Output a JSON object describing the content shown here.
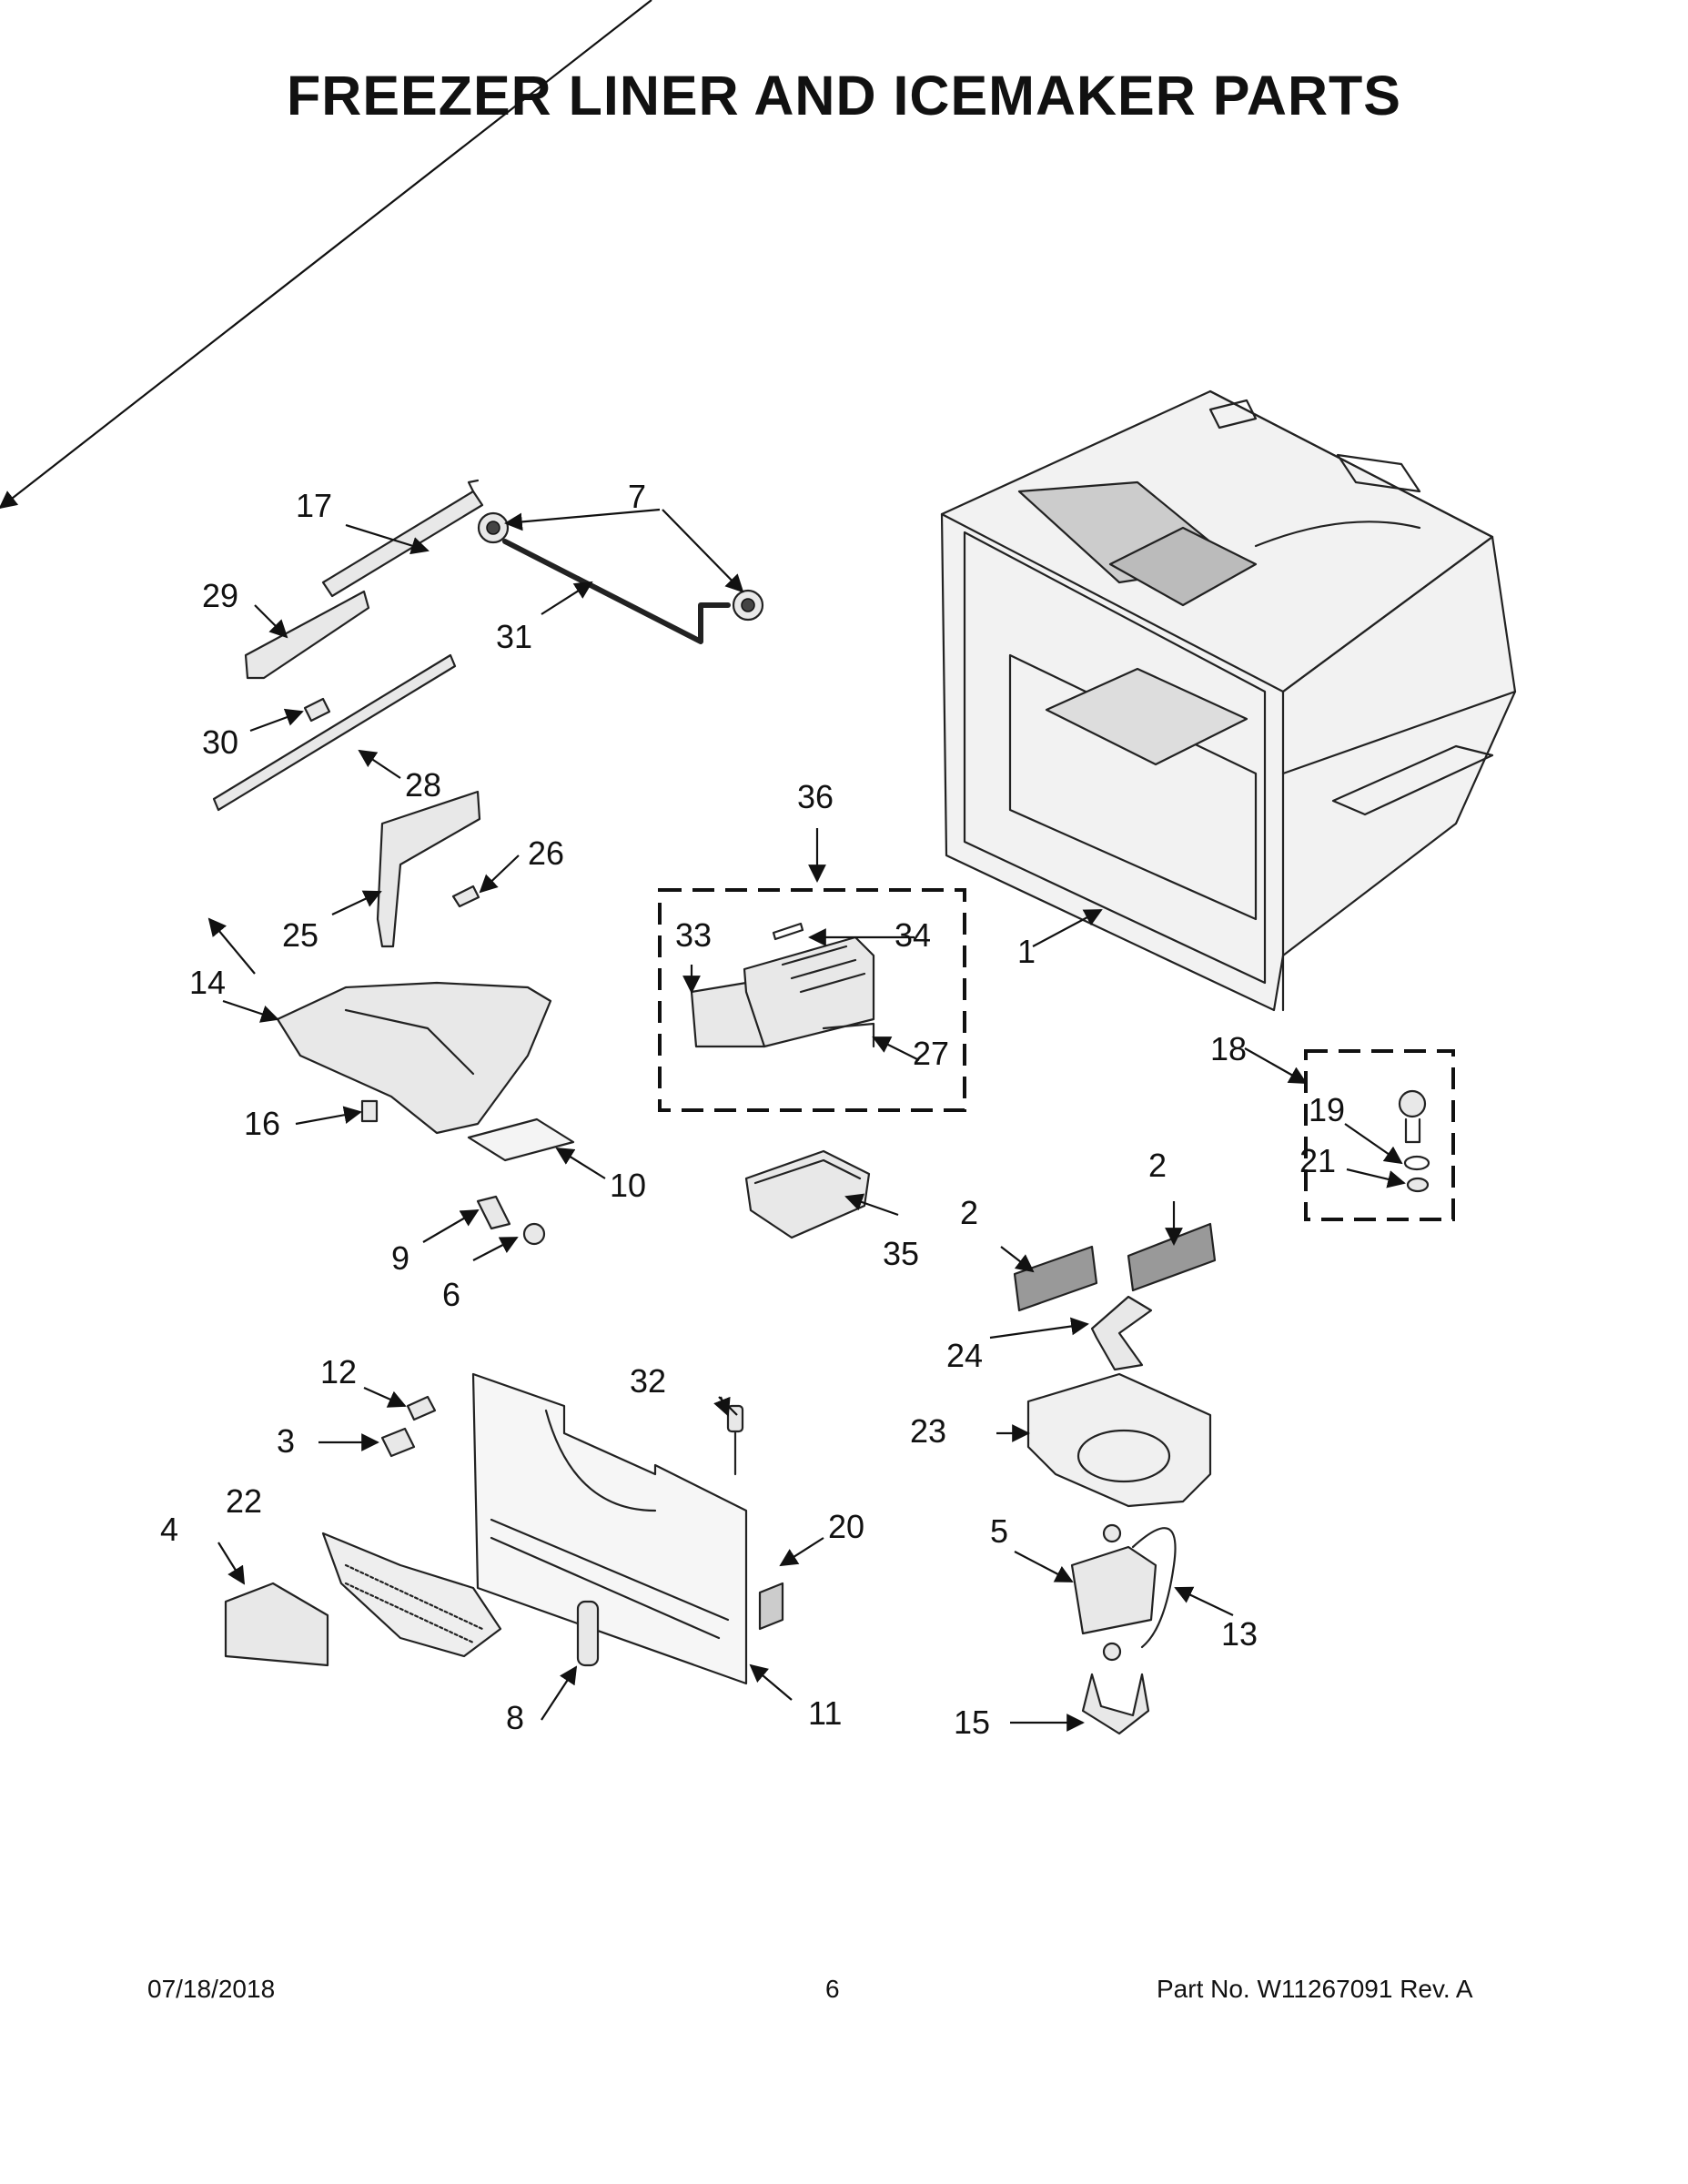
{
  "title": "FREEZER LINER AND ICEMAKER PARTS",
  "callouts": [
    "1",
    "2",
    "3",
    "4",
    "5",
    "6",
    "7",
    "8",
    "9",
    "10",
    "11",
    "12",
    "13",
    "14",
    "15",
    "16",
    "17",
    "20",
    "21",
    "22",
    "23",
    "24",
    "25",
    "26",
    "27",
    "28",
    "29",
    "30",
    "31",
    "32",
    "33",
    "34",
    "35",
    "36",
    "18",
    "19"
  ],
  "footer": {
    "date": "07/18/2018",
    "page": "6",
    "part_no": "Part No.  W11267091  Rev.  A"
  }
}
